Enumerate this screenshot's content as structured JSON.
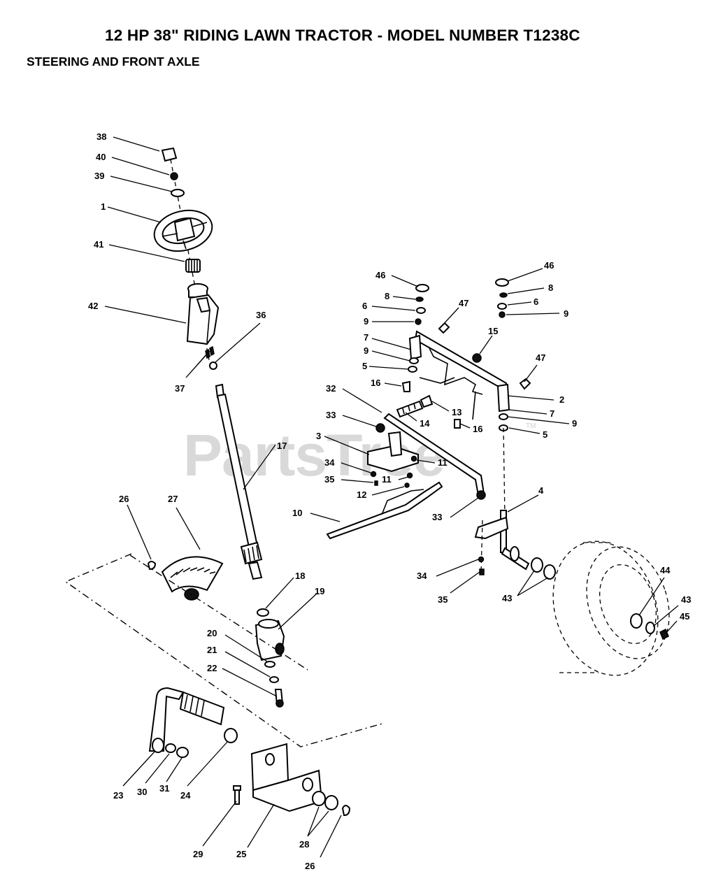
{
  "header": {
    "title": "12 HP 38\" RIDING LAWN TRACTOR - MODEL NUMBER T1238C",
    "subtitle": "STEERING AND FRONT AXLE"
  },
  "watermark": {
    "text": "PartsTree",
    "tm": "TM"
  },
  "callouts": [
    {
      "id": "c38",
      "label": "38"
    },
    {
      "id": "c40",
      "label": "40"
    },
    {
      "id": "c39",
      "label": "39"
    },
    {
      "id": "c1",
      "label": "1"
    },
    {
      "id": "c41",
      "label": "41"
    },
    {
      "id": "c42",
      "label": "42"
    },
    {
      "id": "c36",
      "label": "36"
    },
    {
      "id": "c37",
      "label": "37"
    },
    {
      "id": "c17",
      "label": "17"
    },
    {
      "id": "c26a",
      "label": "26"
    },
    {
      "id": "c27",
      "label": "27"
    },
    {
      "id": "c18",
      "label": "18"
    },
    {
      "id": "c19",
      "label": "19"
    },
    {
      "id": "c20",
      "label": "20"
    },
    {
      "id": "c21",
      "label": "21"
    },
    {
      "id": "c22",
      "label": "22"
    },
    {
      "id": "c23",
      "label": "23"
    },
    {
      "id": "c30",
      "label": "30"
    },
    {
      "id": "c31",
      "label": "31"
    },
    {
      "id": "c24",
      "label": "24"
    },
    {
      "id": "c29",
      "label": "29"
    },
    {
      "id": "c25",
      "label": "25"
    },
    {
      "id": "c28",
      "label": "28"
    },
    {
      "id": "c26b",
      "label": "26"
    },
    {
      "id": "c46a",
      "label": "46"
    },
    {
      "id": "c8a",
      "label": "8"
    },
    {
      "id": "c6a",
      "label": "6"
    },
    {
      "id": "c9a",
      "label": "9"
    },
    {
      "id": "c7a",
      "label": "7"
    },
    {
      "id": "c9b",
      "label": "9"
    },
    {
      "id": "c5a",
      "label": "5"
    },
    {
      "id": "c16a",
      "label": "16"
    },
    {
      "id": "c47a",
      "label": "47"
    },
    {
      "id": "c15",
      "label": "15"
    },
    {
      "id": "c46b",
      "label": "46"
    },
    {
      "id": "c8b",
      "label": "8"
    },
    {
      "id": "c6b",
      "label": "6"
    },
    {
      "id": "c9c",
      "label": "9"
    },
    {
      "id": "c47b",
      "label": "47"
    },
    {
      "id": "c2",
      "label": "2"
    },
    {
      "id": "c7b",
      "label": "7"
    },
    {
      "id": "c9d",
      "label": "9"
    },
    {
      "id": "c5b",
      "label": "5"
    },
    {
      "id": "c16b",
      "label": "16"
    },
    {
      "id": "c13",
      "label": "13"
    },
    {
      "id": "c14",
      "label": "14"
    },
    {
      "id": "c32",
      "label": "32"
    },
    {
      "id": "c33a",
      "label": "33"
    },
    {
      "id": "c3",
      "label": "3"
    },
    {
      "id": "c11a",
      "label": "11"
    },
    {
      "id": "c34a",
      "label": "34"
    },
    {
      "id": "c35a",
      "label": "35"
    },
    {
      "id": "c11b",
      "label": "11"
    },
    {
      "id": "c12",
      "label": "12"
    },
    {
      "id": "c10",
      "label": "10"
    },
    {
      "id": "c33b",
      "label": "33"
    },
    {
      "id": "c4",
      "label": "4"
    },
    {
      "id": "c34b",
      "label": "34"
    },
    {
      "id": "c35b",
      "label": "35"
    },
    {
      "id": "c43a",
      "label": "43"
    },
    {
      "id": "c44",
      "label": "44"
    },
    {
      "id": "c43b",
      "label": "43"
    },
    {
      "id": "c45",
      "label": "45"
    }
  ]
}
